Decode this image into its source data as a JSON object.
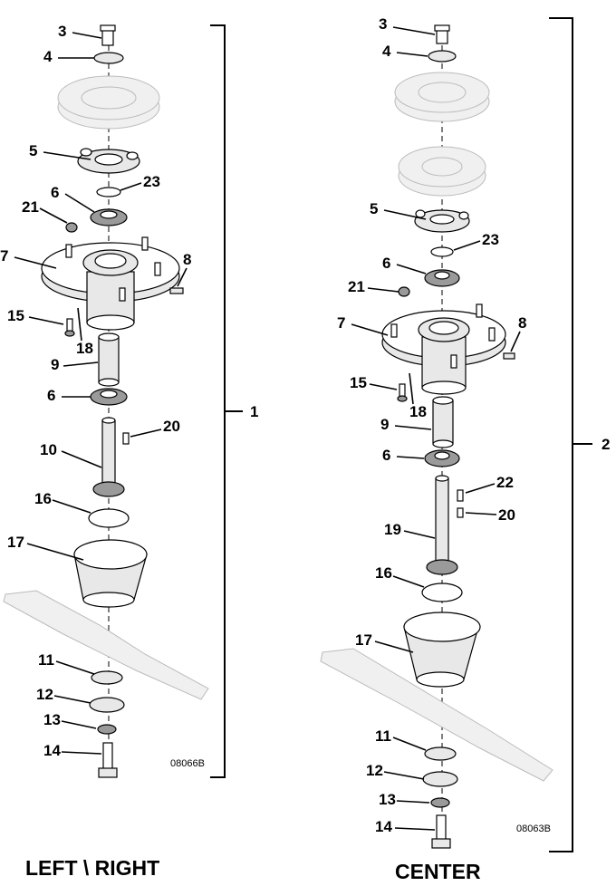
{
  "left": {
    "caption": "LEFT \\ RIGHT",
    "drawing_code": "08066B",
    "assembly_number": "1",
    "callouts": [
      "3",
      "4",
      "5",
      "23",
      "6",
      "21",
      "7",
      "8",
      "15",
      "18",
      "9",
      "6",
      "20",
      "10",
      "16",
      "17",
      "11",
      "12",
      "13",
      "14"
    ]
  },
  "center": {
    "caption": "CENTER",
    "drawing_code": "08063B",
    "assembly_number": "2",
    "callouts": [
      "3",
      "4",
      "5",
      "23",
      "6",
      "21",
      "7",
      "8",
      "15",
      "18",
      "9",
      "6",
      "22",
      "20",
      "19",
      "16",
      "17",
      "11",
      "12",
      "13",
      "14"
    ]
  }
}
